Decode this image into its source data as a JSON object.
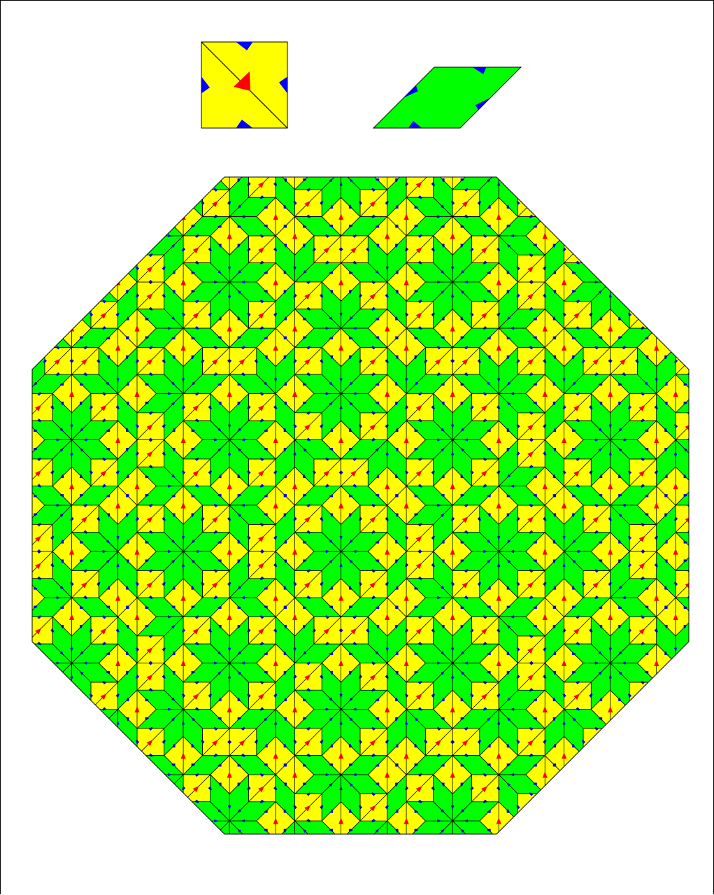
{
  "figure": {
    "title": "",
    "description_visible_text": ""
  },
  "colors": {
    "square_fill": "#ffff00",
    "rhombus_fill": "#00ff00",
    "edge_stroke": "#000000",
    "marker_blue": "#0000ff",
    "marker_red": "#ff0000",
    "background": "#ffffff"
  },
  "prototiles": [
    {
      "name": "square-tile",
      "color_key": "square_fill",
      "angle_deg": 90
    },
    {
      "name": "rhombus-tile",
      "color_key": "rhombus_fill",
      "angle_deg": 45
    }
  ],
  "tiling": {
    "name": "ammann-beenker-octagonal-patch",
    "symmetry": "8-fold",
    "boundary_shape": "regular-octagon"
  }
}
